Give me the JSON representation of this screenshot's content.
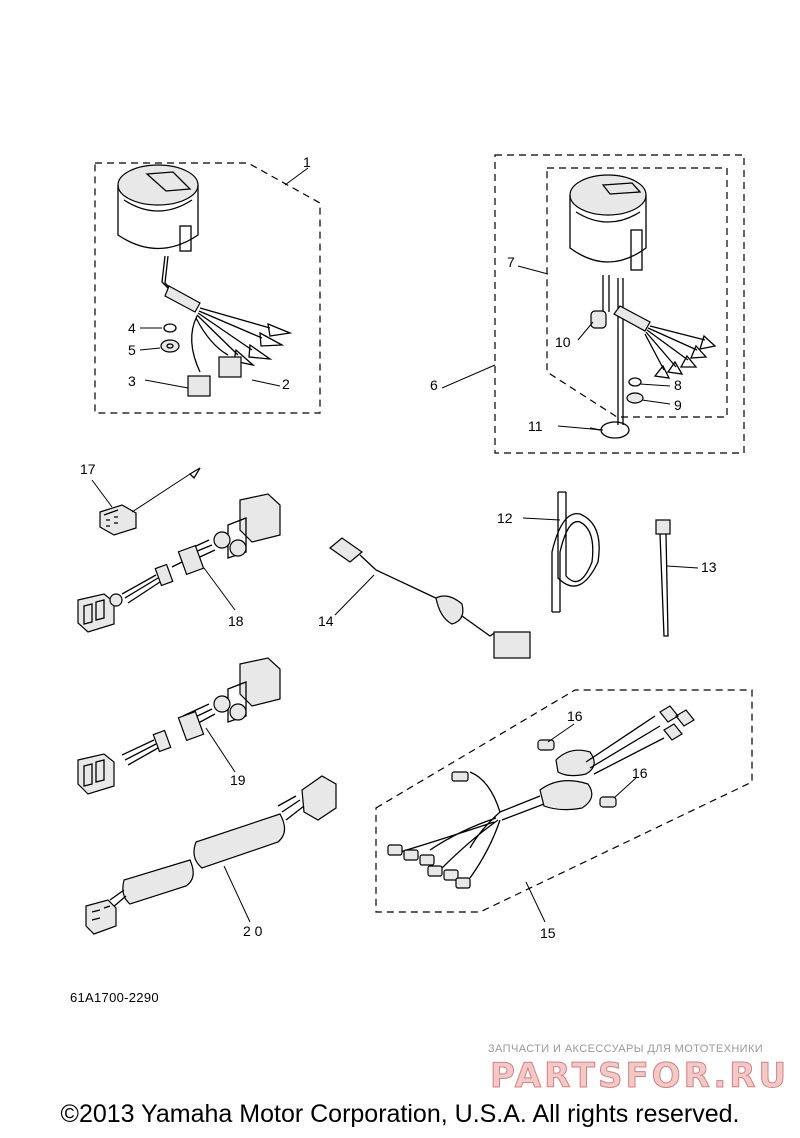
{
  "diagram": {
    "callouts": {
      "c1": "1",
      "c2": "2",
      "c3": "3",
      "c4": "4",
      "c5": "5",
      "c6": "6",
      "c7": "7",
      "c8": "8",
      "c9": "9",
      "c10": "10",
      "c11": "11",
      "c12": "12",
      "c13": "13",
      "c14": "14",
      "c15": "15",
      "c16a": "16",
      "c16b": "16",
      "c17": "17",
      "c18": "18",
      "c19": "19",
      "c20": "2 0"
    }
  },
  "doc_code": "61A1700-2290",
  "watermark": {
    "line": "ЗАПЧАСТИ И АКСЕССУАРЫ ДЛЯ МОТОТЕХНИКИ",
    "brand": "PARTSFOR.RU"
  },
  "copyright": "©2013 Yamaha Motor Corporation, U.S.A. All rights reserved."
}
